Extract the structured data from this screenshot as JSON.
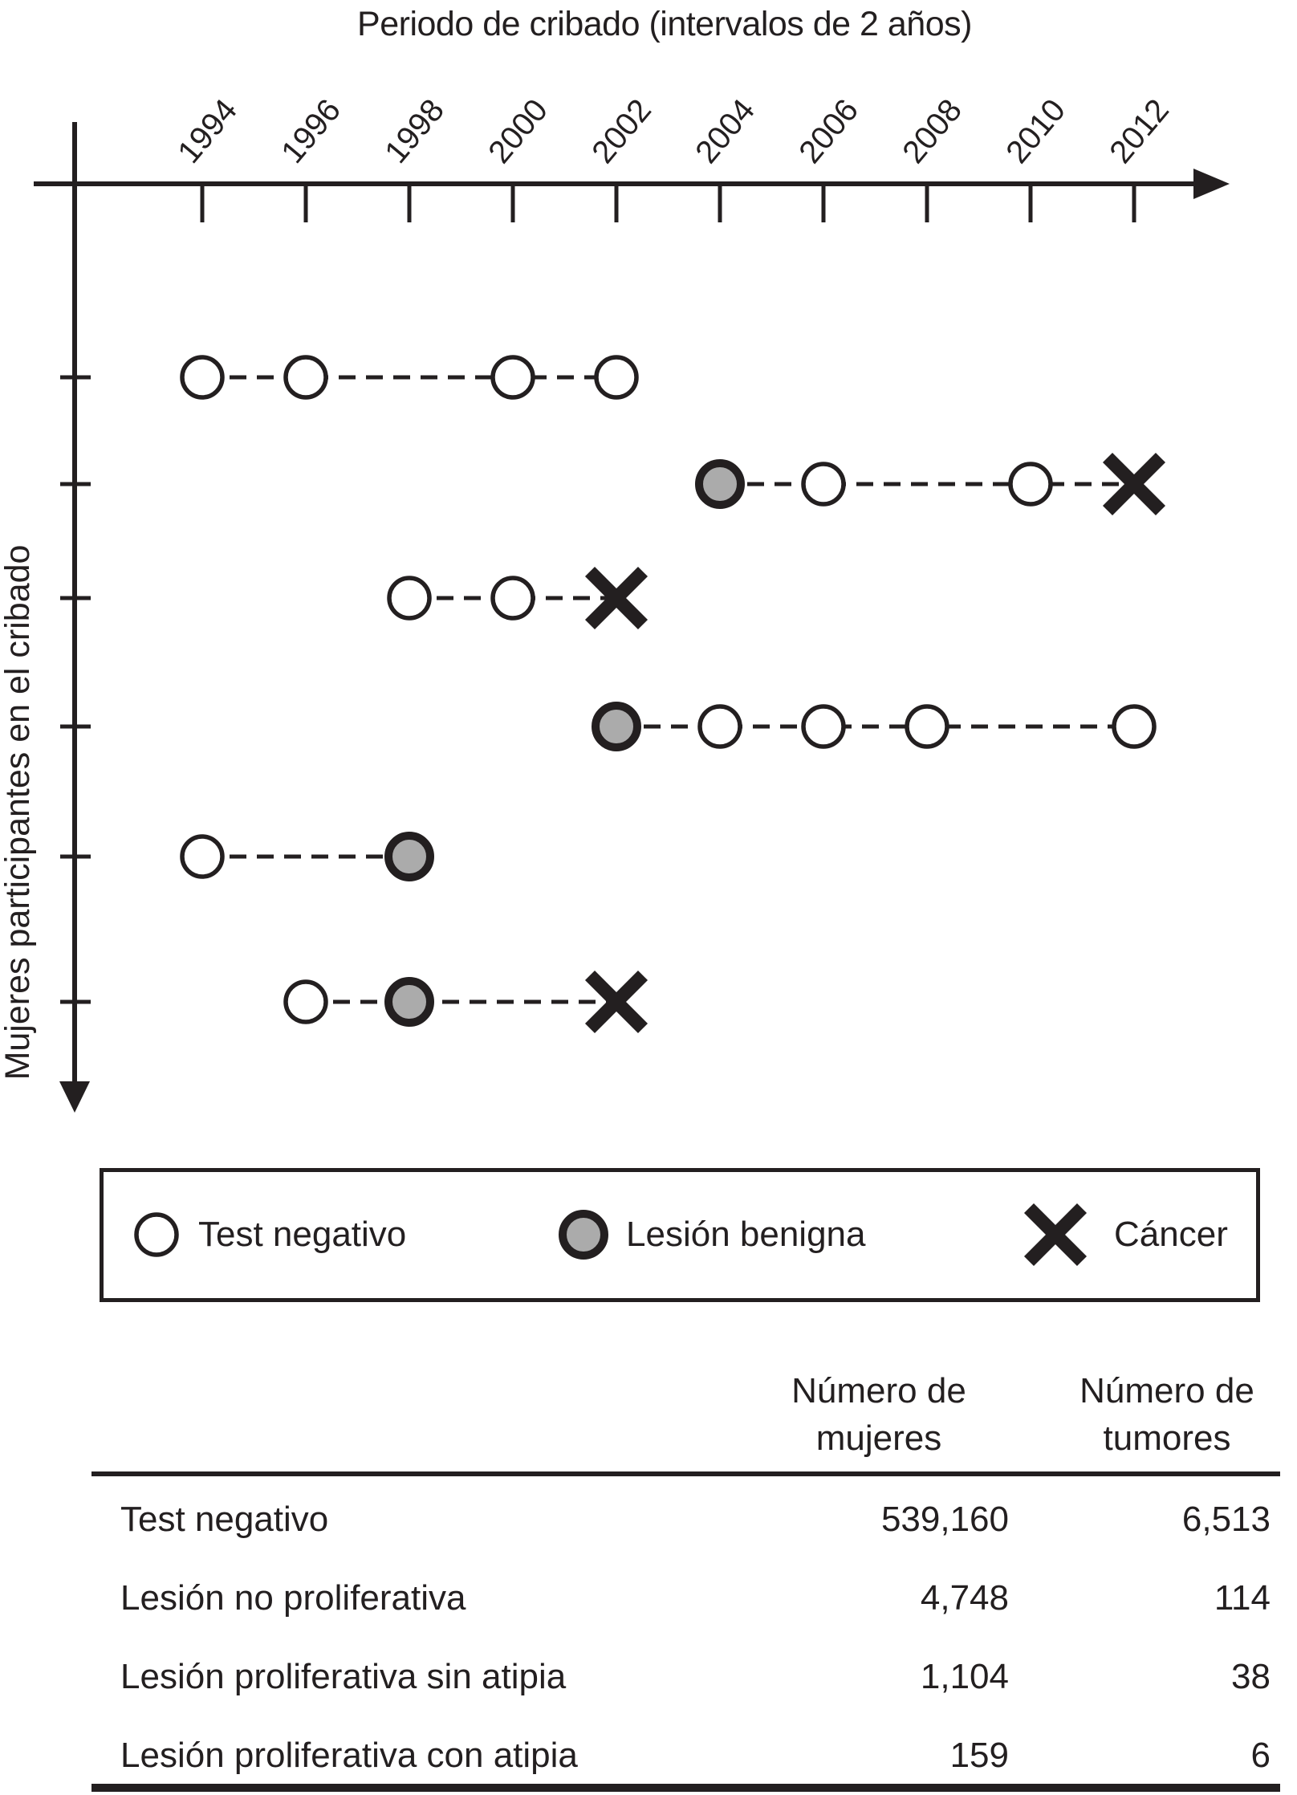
{
  "title": "Periodo de cribado (intervalos de 2 años)",
  "y_axis_label": "Mujeres participantes en el cribado",
  "colors": {
    "black": "#231f20",
    "gray_fill": "#ababab",
    "background": "#ffffff"
  },
  "chart_data": {
    "type": "scatter",
    "description": "Esquema de historias de cribado: cada fila es una mujer participante; los marcadores indican el resultado en cada ronda de cribado, unidos por lineas discontinuas",
    "title": "Periodo de cribado (intervalos de 2 años)",
    "xlabel": "Periodo de cribado (intervalos de 2 años)",
    "ylabel": "Mujeres participantes en el cribado",
    "x_ticks": [
      1994,
      1996,
      1998,
      2000,
      2002,
      2004,
      2006,
      2008,
      2010,
      2012
    ],
    "x_tick_interval": 2,
    "marker_legend": {
      "negative": "Test negativo",
      "benign": "Lesión benigna",
      "cancer": "Cáncer"
    },
    "rows": [
      {
        "markers": [
          {
            "year": 1994,
            "type": "negative"
          },
          {
            "year": 1996,
            "type": "negative"
          },
          {
            "year": 2000,
            "type": "negative"
          },
          {
            "year": 2002,
            "type": "negative"
          }
        ]
      },
      {
        "markers": [
          {
            "year": 2004,
            "type": "benign"
          },
          {
            "year": 2006,
            "type": "negative"
          },
          {
            "year": 2010,
            "type": "negative"
          },
          {
            "year": 2012,
            "type": "cancer"
          }
        ]
      },
      {
        "markers": [
          {
            "year": 1998,
            "type": "negative"
          },
          {
            "year": 2000,
            "type": "negative"
          },
          {
            "year": 2002,
            "type": "cancer"
          }
        ]
      },
      {
        "markers": [
          {
            "year": 2002,
            "type": "benign"
          },
          {
            "year": 2004,
            "type": "negative"
          },
          {
            "year": 2006,
            "type": "negative"
          },
          {
            "year": 2008,
            "type": "negative"
          },
          {
            "year": 2012,
            "type": "negative"
          }
        ]
      },
      {
        "markers": [
          {
            "year": 1994,
            "type": "negative"
          },
          {
            "year": 1998,
            "type": "benign"
          }
        ]
      },
      {
        "markers": [
          {
            "year": 1996,
            "type": "negative"
          },
          {
            "year": 1998,
            "type": "benign"
          },
          {
            "year": 2002,
            "type": "cancer"
          }
        ]
      }
    ],
    "layout": {
      "x_start": 252,
      "x_step": 129,
      "axis_y": 229,
      "x_tick_len": 48,
      "row_y": [
        470,
        603,
        745,
        905,
        1067,
        1248
      ],
      "legend_position": "bottom"
    }
  },
  "legend": {
    "items": [
      {
        "marker": "negative",
        "label": "Test negativo"
      },
      {
        "marker": "benign",
        "label": "Lesión benigna"
      },
      {
        "marker": "cancer",
        "label": "Cáncer"
      }
    ]
  },
  "table": {
    "headers": [
      "Número de\nmujeres",
      "Número de\ntumores"
    ],
    "rows": [
      {
        "label": "Test negativo",
        "women": "539,160",
        "tumors": "6,513"
      },
      {
        "label": "Lesión no proliferativa",
        "women": "4,748",
        "tumors": "114"
      },
      {
        "label": "Lesión proliferativa sin atipia",
        "women": "1,104",
        "tumors": "38"
      },
      {
        "label": "Lesión proliferativa con atipia",
        "women": "159",
        "tumors": "6"
      }
    ]
  }
}
